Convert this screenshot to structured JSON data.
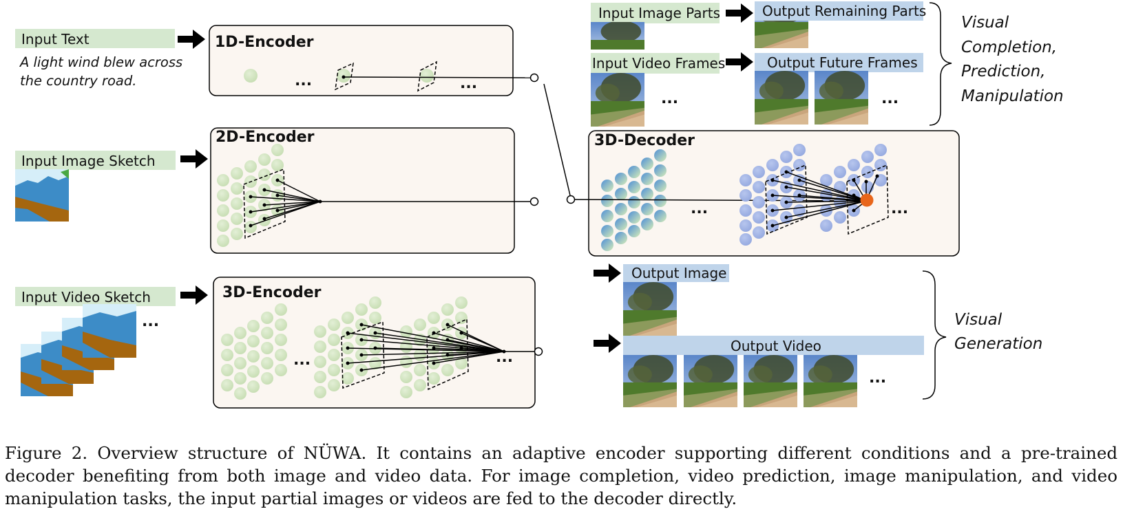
{
  "inputs": {
    "text_label": "Input Text",
    "text_example_line1": "A light wind blew across",
    "text_example_line2": "the country road.",
    "image_sketch_label": "Input Image Sketch",
    "video_sketch_label": "Input Video Sketch"
  },
  "encoders": {
    "enc1d": "1D-Encoder",
    "enc2d": "2D-Encoder",
    "enc3d": "3D-Encoder"
  },
  "decoder": {
    "title": "3D-Decoder"
  },
  "tasks": {
    "input_image_parts": "Input Image Parts",
    "output_remaining_parts": "Output Remaining Parts",
    "input_video_frames": "Input Video Frames",
    "output_future_frames": "Output Future Frames",
    "output_image": "Output Image",
    "output_video": "Output Video",
    "group_top_line1": "Visual",
    "group_top_line2": "Completion,",
    "group_top_line3": "Prediction,",
    "group_top_line4": "Manipulation",
    "group_bottom_line1": "Visual",
    "group_bottom_line2": "Generation"
  },
  "ellipsis": "...",
  "colors": {
    "text_label_bg": "#d5e8cf",
    "output_label_bg": "#bfd4ea",
    "panel_bg": "#fbf6f1",
    "green_dot": "#c9dfb8",
    "blue_dot": "#9fb3e3",
    "highlight": "#e8661b",
    "sketch_sky": "#d6eef9",
    "sketch_blue": "#3d8cc7",
    "sketch_brown": "#a5660f"
  },
  "icons": [
    "arrow-right-icon",
    "brace-icon",
    "photo-thumbnail-icon",
    "sketch-thumbnail-icon"
  ],
  "caption": "Figure 2. Overview structure of NÜWA. It contains an adaptive encoder supporting different conditions and a pre-trained decoder benefiting from both image and video data. For image completion, video prediction, image manipulation, and video manipulation tasks, the input partial images or videos are fed to the decoder directly."
}
